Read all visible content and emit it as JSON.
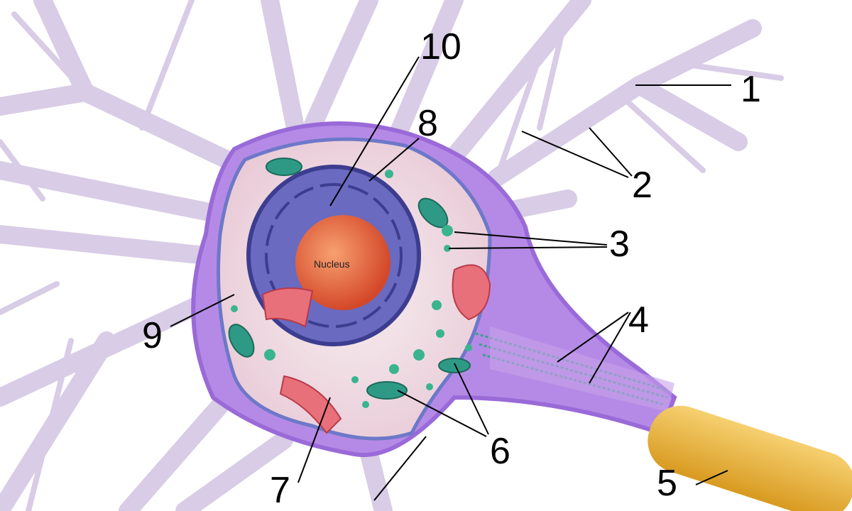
{
  "diagram": {
    "nucleus_label": "Nucleus",
    "labels": [
      "1",
      "2",
      "3",
      "4",
      "5",
      "6",
      "7",
      "8",
      "9",
      "10"
    ],
    "colors": {
      "membrane": "#a77de0",
      "dendrite": "#d9cde6",
      "cytoplasm": "#f3e6ea",
      "nucleus": "#e8663a",
      "er": "#4a4aa0",
      "mitochondria": "#2e9a86",
      "golgi": "#e0606a",
      "myelin": "#e8b93a"
    }
  }
}
